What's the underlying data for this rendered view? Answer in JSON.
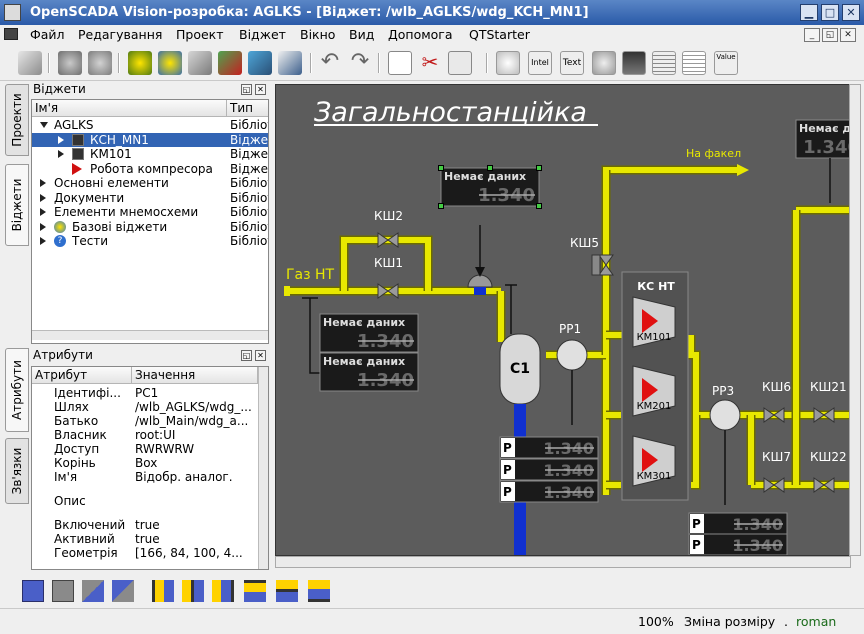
{
  "window": {
    "title": "OpenSCADA Vision-розробка: AGLKS - [Віджет: /wlb_AGLKS/wdg_KCH_MN1]",
    "min_glyph": "▁",
    "max_glyph": "□",
    "close_glyph": "✕"
  },
  "menu": {
    "items": [
      {
        "label": "Файл"
      },
      {
        "label": "Редагування"
      },
      {
        "label": "Проект"
      },
      {
        "label": "Віджет"
      },
      {
        "label": "Вікно"
      },
      {
        "label": "Вид"
      },
      {
        "label": "Допомога"
      },
      {
        "label": "QTStarter"
      }
    ],
    "mdi_min": "_",
    "mdi_restore": "◱",
    "mdi_close": "✕"
  },
  "toolbar": {
    "icons": [
      "new-project-icon",
      "load-icon",
      "save-icon",
      "widget-lib-new-icon",
      "widget-new-icon",
      "widget-add-icon",
      "widget-delete-icon",
      "widget-properties-icon",
      "widget-edit-icon",
      "undo-icon",
      "redo-icon",
      "copy-icon",
      "cut-icon",
      "paste-icon",
      "elfigure-icon",
      "formel-icon",
      "text-icon",
      "media-icon",
      "diagram-icon",
      "protocol-icon",
      "document-icon",
      "box-icon"
    ],
    "text_labels": {
      "formel": "Intel",
      "text": "Text",
      "value": "Value"
    }
  },
  "side_tabs": [
    {
      "label": "Проекти",
      "selected": false
    },
    {
      "label": "Віджети",
      "selected": true
    },
    {
      "label": "Атрибути",
      "selected": true
    },
    {
      "label": "Зв'язки",
      "selected": false
    }
  ],
  "widgets_dock": {
    "title": "Віджети",
    "columns": [
      "Ім'я",
      "Тип"
    ],
    "rows": [
      {
        "level": 0,
        "expand": "down",
        "name": "AGLKS",
        "type": "Бібліотека",
        "selected": false,
        "icon": ""
      },
      {
        "level": 1,
        "expand": "right",
        "name": "КСН_МN1",
        "type": "Віджет",
        "selected": true,
        "icon": "mnemo-icon"
      },
      {
        "level": 1,
        "expand": "right",
        "name": "КМ101",
        "type": "Віджет",
        "selected": false,
        "icon": "mnemo-icon"
      },
      {
        "level": 1,
        "expand": "",
        "name": "Робота компресора",
        "type": "Віджет",
        "selected": false,
        "icon": "red-triangle-icon"
      },
      {
        "level": 0,
        "expand": "right",
        "name": "Основні елементи",
        "type": "Бібліотека",
        "selected": false,
        "icon": ""
      },
      {
        "level": 0,
        "expand": "right",
        "name": "Документи",
        "type": "Бібліотека",
        "selected": false,
        "icon": ""
      },
      {
        "level": 0,
        "expand": "right",
        "name": "Елементи мнемосхеми",
        "type": "Бібліотека",
        "selected": false,
        "icon": ""
      },
      {
        "level": 0,
        "expand": "right",
        "name": "Базові віджети",
        "type": "Бібліотека",
        "selected": false,
        "icon": "gear-icon"
      },
      {
        "level": 0,
        "expand": "right",
        "name": "Тести",
        "type": "Бібліотека",
        "selected": false,
        "icon": "help-icon"
      }
    ]
  },
  "attributes_dock": {
    "title": "Атрибути",
    "columns": [
      "Атрибут",
      "Значення"
    ],
    "rows": [
      {
        "attr": "Ідентифі...",
        "value": "PC1"
      },
      {
        "attr": "Шлях",
        "value": "/wlb_AGLKS/wdg_..."
      },
      {
        "attr": "Батько",
        "value": "/wlb_Main/wdg_a..."
      },
      {
        "attr": "Власник",
        "value": "root:UI"
      },
      {
        "attr": "Доступ",
        "value": "RWRWRW"
      },
      {
        "attr": "Корінь",
        "value": "Box"
      },
      {
        "attr": "Ім'я",
        "value": "Відобр. аналог."
      },
      {
        "attr": "Опис",
        "value": ""
      },
      {
        "attr": "Включений",
        "value": "true"
      },
      {
        "attr": "Активний",
        "value": "true"
      },
      {
        "attr": "Геометрія",
        "value": "[166, 84, 100, 4..."
      }
    ]
  },
  "mnemo": {
    "title": "Загальностанційка",
    "labels": {
      "gas_in": "Газ НТ",
      "flare": "На факел",
      "compressor_station": "КС НТ",
      "separator": "С1",
      "pressure": "Р"
    },
    "valves": [
      "КШ2",
      "КШ1",
      "КШ5",
      "КШ6",
      "КШ21",
      "КШ7",
      "КШ22"
    ],
    "flowmeters": [
      "РР1",
      "РР3"
    ],
    "compressors": [
      "КМ101",
      "КМ201",
      "КМ301"
    ],
    "no_data": "Немає даних",
    "value": "1.340",
    "colors": {
      "pipe": "#e8e800",
      "bg": "#5c5c5c",
      "tank_blue": "#1030d0",
      "compressor_red": "#e01010"
    }
  },
  "bottom_toolbar": {
    "icons": [
      "level-rise-icon",
      "level-lower-icon",
      "level-up-icon",
      "level-down-icon",
      "align-left-icon",
      "align-vcenter-icon",
      "align-right-icon",
      "align-top-icon",
      "align-hcenter-icon",
      "align-bottom-icon"
    ]
  },
  "status": {
    "zoom": "100%",
    "mode": "Зміна розміру",
    "dot": ".",
    "user": "roman"
  }
}
